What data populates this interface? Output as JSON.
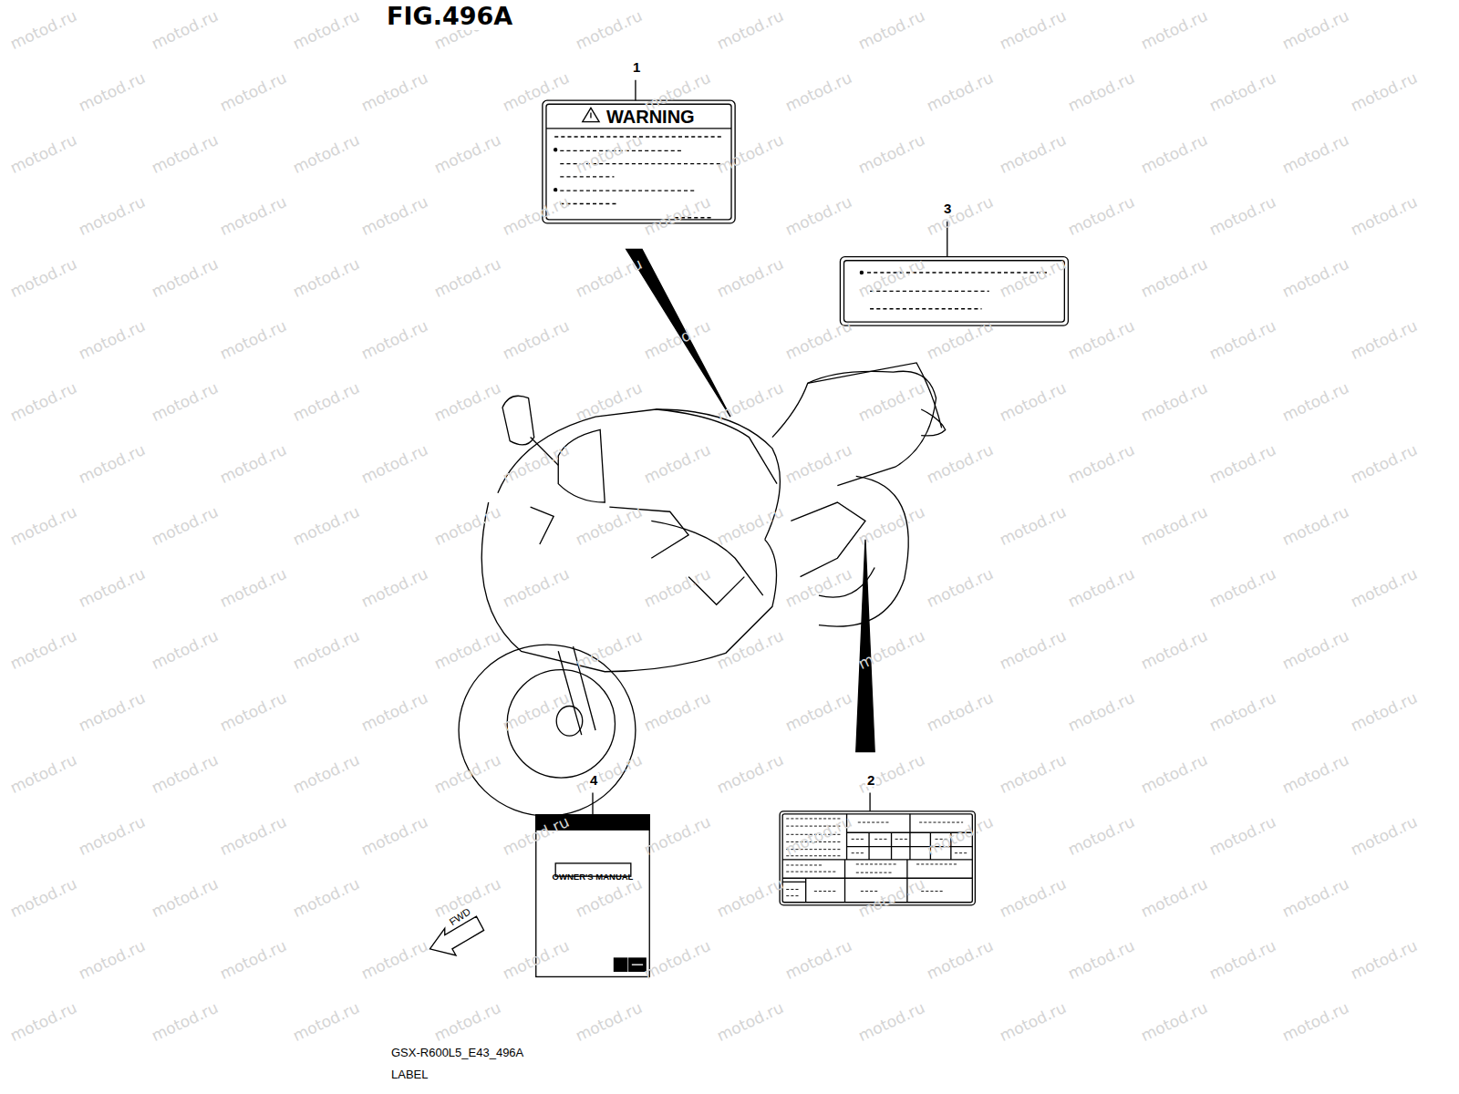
{
  "diagram": {
    "title": "FIG.496A",
    "nodes": [
      {
        "text": [
          "WARNING"
        ]
      },
      {
        "text": [
          "OWNER'S MANUAL"
        ]
      }
    ],
    "labels": [
      "1",
      "3",
      "4",
      "2",
      "FWD",
      "GSX-R600L5_E43_496A",
      "LABEL",
      "motod.ru",
      "motod.ru",
      "motod.ru",
      "motod.ru",
      "motod.ru",
      "motod.ru",
      "motod.ru",
      "motod.ru",
      "motod.ru",
      "motod.ru",
      "motod.ru",
      "motod.ru",
      "motod.ru",
      "motod.ru",
      "motod.ru",
      "motod.ru",
      "motod.ru",
      "motod.ru",
      "motod.ru",
      "motod.ru",
      "motod.ru",
      "motod.ru",
      "motod.ru",
      "motod.ru",
      "motod.ru",
      "motod.ru",
      "motod.ru",
      "motod.ru",
      "motod.ru",
      "motod.ru",
      "motod.ru",
      "motod.ru",
      "motod.ru",
      "motod.ru",
      "motod.ru",
      "motod.ru",
      "motod.ru",
      "motod.ru",
      "motod.ru",
      "motod.ru",
      "motod.ru",
      "motod.ru",
      "motod.ru",
      "motod.ru",
      "motod.ru",
      "motod.ru",
      "motod.ru",
      "motod.ru",
      "motod.ru",
      "motod.ru",
      "motod.ru",
      "motod.ru",
      "motod.ru",
      "motod.ru",
      "motod.ru",
      "motod.ru",
      "motod.ru",
      "motod.ru",
      "motod.ru",
      "motod.ru",
      "motod.ru",
      "motod.ru",
      "motod.ru",
      "motod.ru",
      "motod.ru",
      "motod.ru",
      "motod.ru",
      "motod.ru",
      "motod.ru",
      "motod.ru",
      "motod.ru",
      "motod.ru",
      "motod.ru",
      "motod.ru",
      "motod.ru",
      "motod.ru",
      "motod.ru",
      "motod.ru",
      "motod.ru",
      "motod.ru",
      "motod.ru",
      "motod.ru",
      "motod.ru",
      "motod.ru",
      "motod.ru",
      "motod.ru",
      "motod.ru",
      "motod.ru",
      "motod.ru",
      "motod.ru",
      "motod.ru",
      "motod.ru",
      "motod.ru",
      "motod.ru",
      "motod.ru",
      "motod.ru",
      "motod.ru",
      "motod.ru",
      "motod.ru",
      "motod.ru",
      "motod.ru",
      "motod.ru",
      "motod.ru",
      "motod.ru",
      "motod.ru",
      "motod.ru",
      "motod.ru",
      "motod.ru",
      "motod.ru",
      "motod.ru",
      "motod.ru",
      "motod.ru",
      "motod.ru",
      "motod.ru",
      "motod.ru",
      "motod.ru",
      "motod.ru",
      "motod.ru",
      "motod.ru",
      "motod.ru",
      "motod.ru",
      "motod.ru",
      "motod.ru",
      "motod.ru",
      "motod.ru",
      "motod.ru",
      "motod.ru",
      "motod.ru",
      "motod.ru",
      "motod.ru",
      "motod.ru",
      "motod.ru",
      "motod.ru",
      "motod.ru",
      "motod.ru",
      "motod.ru",
      "motod.ru",
      "motod.ru",
      "motod.ru",
      "motod.ru",
      "motod.ru",
      "motod.ru",
      "motod.ru",
      "motod.ru",
      "motod.ru",
      "motod.ru",
      "motod.ru",
      "motod.ru",
      "motod.ru",
      "motod.ru",
      "motod.ru",
      "motod.ru",
      "motod.ru",
      "motod.ru",
      "motod.ru",
      "motod.ru",
      "motod.ru",
      "motod.ru",
      "motod.ru",
      "motod.ru",
      "motod.ru",
      "motod.ru",
      "motod.ru",
      "motod.ru",
      "motod.ru",
      "motod.ru",
      "motod.ru",
      "motod.ru",
      "motod.ru",
      "motod.ru"
    ]
  }
}
